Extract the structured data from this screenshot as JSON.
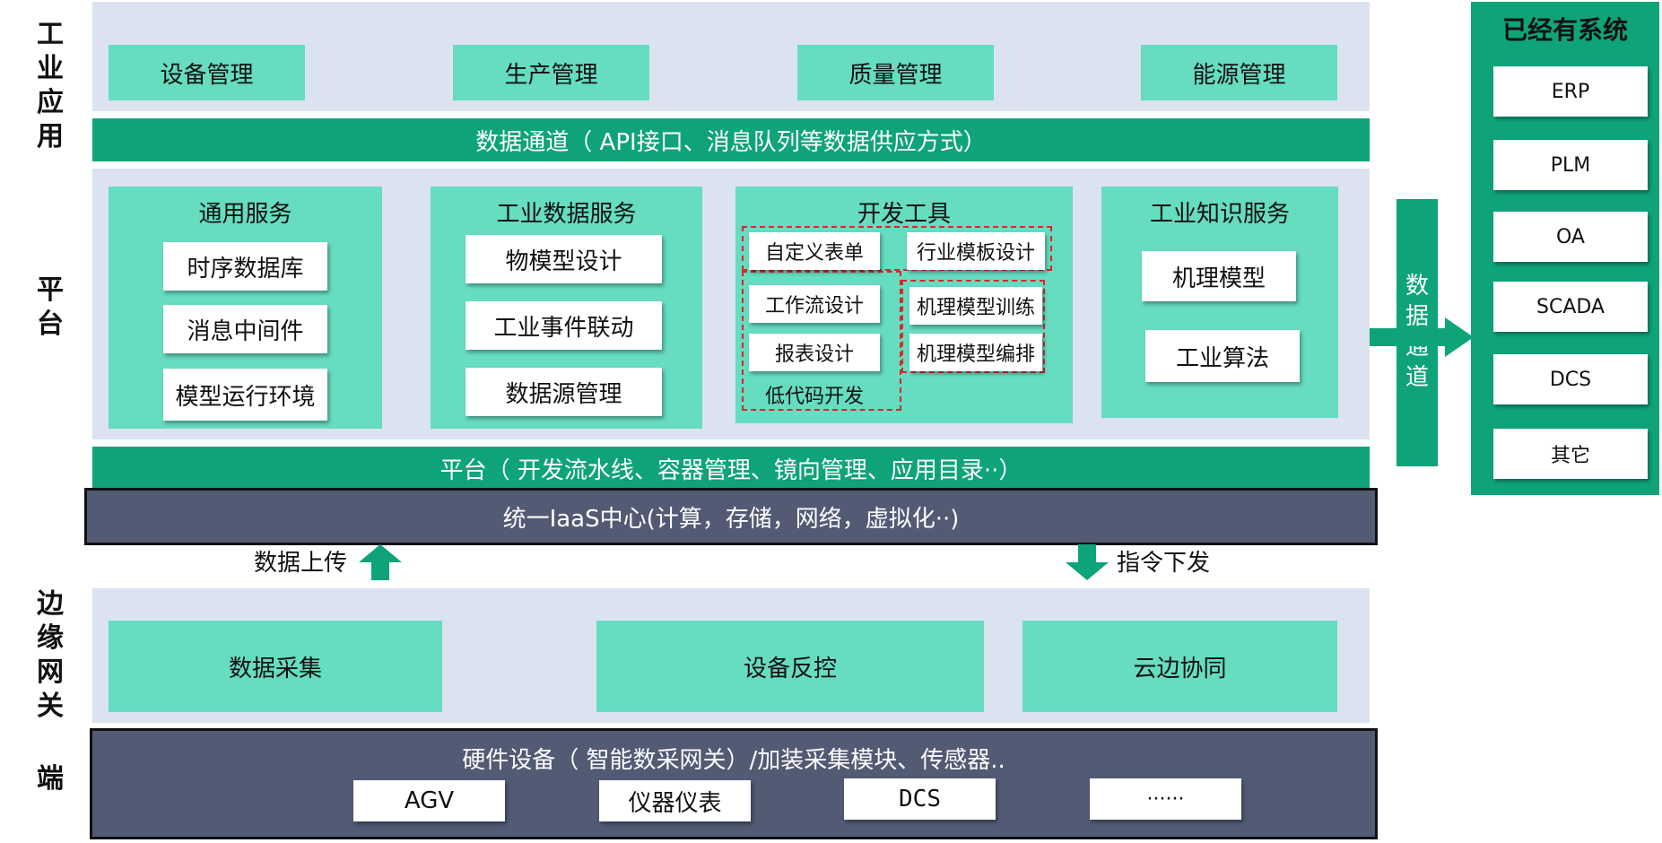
{
  "side_labels": {
    "industrial_app": "工业应用",
    "platform": "平台",
    "edge_gateway": "边缘网关",
    "terminal": "端"
  },
  "apps": [
    "设备管理",
    "生产管理",
    "质量管理",
    "能源管理"
  ],
  "data_channel_bar": "数据通道（ API接口、消息队列等数据供应方式）",
  "modules": {
    "general": {
      "title": "通用服务",
      "items": [
        "时序数据库",
        "消息中间件",
        "模型运行环境"
      ]
    },
    "industrial_data": {
      "title": "工业数据服务",
      "items": [
        "物模型设计",
        "工业事件联动",
        "数据源管理"
      ]
    },
    "dev_tools": {
      "title": "开发工具",
      "left_items": [
        "自定义表单",
        "工作流设计",
        "报表设计",
        "低代码开发"
      ],
      "right_items": [
        "行业模板设计",
        "机理模型训练",
        "机理模型编排"
      ]
    },
    "knowledge": {
      "title": "工业知识服务",
      "items": [
        "机理模型",
        "工业算法"
      ]
    }
  },
  "platform_bar": "平台（ 开发流水线、容器管理、镜向管理、应用目录··）",
  "iaas_bar": "统一IaaS中心(计算，存储，网络，虚拟化··)",
  "upload_label": "数据上传",
  "command_label": "指令下发",
  "edge_items": [
    "数据采集",
    "设备反控",
    "云边协同"
  ],
  "hardware": {
    "title": "硬件设备（ 智能数采网关）/加装采集模块、传感器..",
    "items": [
      "AGV",
      "仪器仪表",
      "DCS",
      "······"
    ]
  },
  "vertical_channel": "数据通道",
  "existing_systems": {
    "title": "已经有系统",
    "items": [
      "ERP",
      "PLM",
      "OA",
      "SCADA",
      "DCS",
      "其它"
    ]
  },
  "colors": {
    "teal": "#66dcc0",
    "green": "#0fa37a",
    "panel": "#dbe3f1",
    "dark": "#525a74",
    "dashed_red": "#d9262b"
  }
}
